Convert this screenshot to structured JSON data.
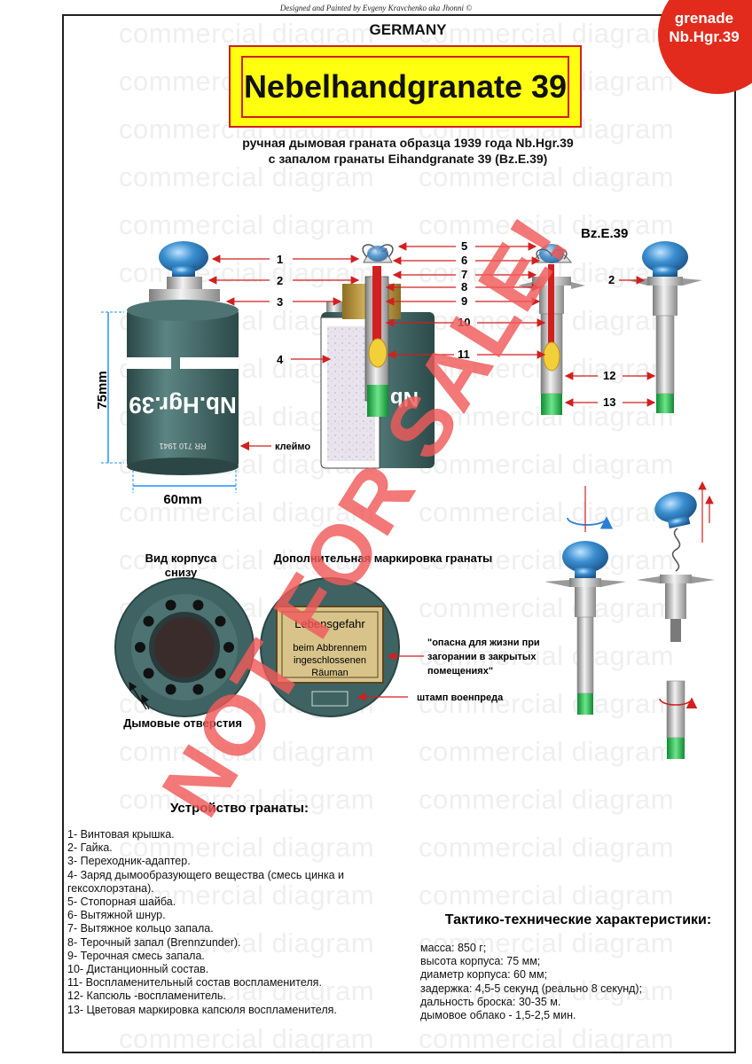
{
  "credit": "Designed and Painted by Evgeny Kravchenko aka Jhonni ©",
  "country": "GERMANY",
  "title": "Nebelhandgranate 39",
  "subtitle": [
    "ручная дымовая граната образца 1939 года Nb.Hgr.39",
    "с запалом гранаты Eihandgranate 39 (Bz.E.39)"
  ],
  "badge": [
    "grenade",
    "Nb.Hgr.39"
  ],
  "watermark_text": "commercial diagram",
  "stamp_overlay": "NOT FOR SALE!",
  "fuse_label": "Bz.E.39",
  "body_marking": "Nb.Hgr.39",
  "body_code": "RR 710 1941",
  "dimensions": {
    "height": "75mm",
    "diameter": "60mm"
  },
  "kleymo_label": "клеймо",
  "part_numbers": [
    "1",
    "2",
    "3",
    "4",
    "5",
    "6",
    "7",
    "8",
    "9",
    "10",
    "11",
    "12",
    "13"
  ],
  "bottom_view": {
    "title": [
      "Вид корпуса",
      "снизу"
    ],
    "holes_label": "Дымовые отверстия"
  },
  "extra_marking": {
    "title": "Дополнительная маркировка гранаты",
    "plate_lines": [
      "Lebensgefahr",
      "beim Abbrennem",
      "ingeschlossenen",
      "Räuman"
    ],
    "warning_translation": [
      "\"опасна для жизни при",
      "загорании в закрытых",
      "помещениях\""
    ],
    "inspector_stamp": "штамп военпреда"
  },
  "device": {
    "title": "Устройство гранаты:",
    "items": [
      "1- Винтовая крышка.",
      "2- Гайка.",
      "3- Переходник-адаптер.",
      "4- Заряд дымообразующего вещества (смесь цинка и",
      "гексохлорэтана).",
      "5- Стопорная шайба.",
      "6- Вытяжной шнур.",
      "7- Вытяжное кольцо запала.",
      "8- Терочный запал (Brennzunder).",
      "9- Терочная смесь запала.",
      "10- Дистанционный состав.",
      "11- Воспламенительный состав воспламенителя.",
      "12- Капсюль -воспламенитель.",
      "13- Цветовая маркировка капсюля воспламенителя."
    ]
  },
  "specs": {
    "title": "Тактико-технические характеристики:",
    "items": [
      "масса: 850 г;",
      "высота корпуса: 75 мм;",
      "диаметр корпуса: 60 мм;",
      "задержка: 4,5-5 секунд (реально 8 секунд);",
      "дальность броска: 30-35 м.",
      "дымовое облако - 1,5-2,5 мин."
    ]
  },
  "colors": {
    "accent_red": "#e22b1c",
    "title_yellow": "#ffff10",
    "body_green": "#3f6362",
    "cap_blue": "#3a8fd0",
    "marking_green": "#1eb94a"
  }
}
